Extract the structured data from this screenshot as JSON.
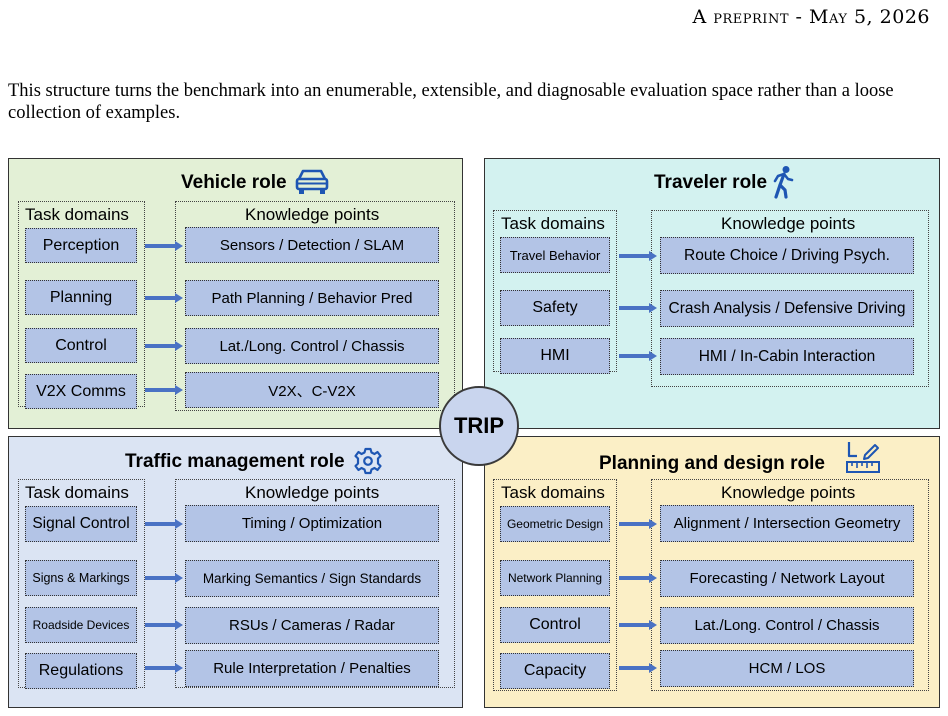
{
  "header": {
    "prefix": "A",
    "middle": "preprint",
    "sep": "-",
    "date_word": "May",
    "date_rest": "5, 2026"
  },
  "paragraph": "This structure turns the benchmark into an enumerable, extensible, and diagnosable evaluation space rather than a loose collection of examples.",
  "center": "TRIP",
  "roles": {
    "vehicle": {
      "title": "Vehicle role",
      "icon": "car-icon",
      "task_header": "Task domains",
      "knowledge_header": "Knowledge points",
      "tasks": [
        "Perception",
        "Planning",
        "Control",
        "V2X Comms"
      ],
      "knowledge": [
        "Sensors / Detection / SLAM",
        "Path Planning / Behavior Pred",
        "Lat./Long. Control / Chassis",
        "V2X、C-V2X"
      ]
    },
    "traveler": {
      "title": "Traveler role",
      "icon": "walking-person-icon",
      "task_header": "Task domains",
      "knowledge_header": "Knowledge points",
      "tasks": [
        "Travel Behavior",
        "Safety",
        "HMI"
      ],
      "knowledge": [
        "Route Choice / Driving Psych.",
        "Crash Analysis / Defensive Driving",
        "HMI / In-Cabin Interaction"
      ]
    },
    "traffic": {
      "title": "Traffic management role",
      "icon": "gear-icon",
      "task_header": "Task domains",
      "knowledge_header": "Knowledge points",
      "tasks": [
        "Signal Control",
        "Signs & Markings",
        "Roadside Devices",
        "Regulations"
      ],
      "knowledge": [
        "Timing / Optimization",
        "Marking Semantics / Sign Standards",
        "RSUs / Cameras / Radar",
        "Rule Interpretation / Penalties"
      ]
    },
    "planning": {
      "title": "Planning and design role",
      "icon": "ruler-pencil-icon",
      "task_header": "Task domains",
      "knowledge_header": "Knowledge points",
      "tasks": [
        "Geometric Design",
        "Network Planning",
        "Control",
        "Capacity"
      ],
      "knowledge": [
        "Alignment / Intersection Geometry",
        "Forecasting / Network Layout",
        "Lat./Long. Control / Chassis",
        "HCM / LOS"
      ]
    }
  },
  "colors": {
    "task_box": "#b3c4e6",
    "arrow": "#4a72c4",
    "vehicle_bg": "#e3f0d6",
    "traveler_bg": "#d3f2f0",
    "traffic_bg": "#dbe4f3",
    "planning_bg": "#fbefc6"
  }
}
